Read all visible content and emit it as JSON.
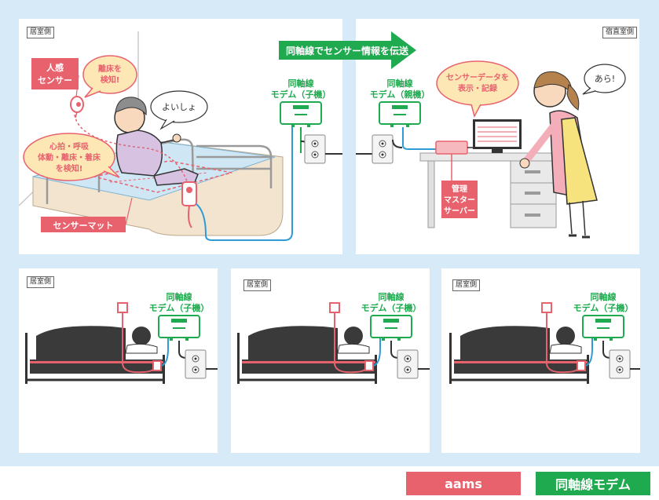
{
  "room_labels": {
    "resident": "居室側",
    "night_duty": "宿直室側"
  },
  "banner": "同軸線でセンサー情報を伝送",
  "labels": {
    "motion_sensor": [
      "人感",
      "センサー"
    ],
    "sensor_mat": "センサーマット",
    "server": [
      "管理",
      "マスター",
      "サーバー"
    ],
    "modem_child": [
      "同軸線",
      "モデム（子機）"
    ],
    "modem_parent": [
      "同軸線",
      "モデム（親機）"
    ]
  },
  "bubbles": {
    "bed_exit": [
      "離床を",
      "検知!"
    ],
    "vitals": [
      "心拍・呼吸",
      "体動・離床・着床",
      "を検知!"
    ],
    "resident_speech": "よいしょ",
    "sensor_data": [
      "センサーデータを",
      "表示・記録"
    ],
    "staff_speech": "あら!"
  },
  "legend": {
    "aams": "aams",
    "modem": "同軸線モデム"
  },
  "colors": {
    "aams": "#e8626e",
    "modem": "#1faa4f",
    "frame": "#d6ebf7",
    "cable_blue": "#2f9bd6"
  }
}
